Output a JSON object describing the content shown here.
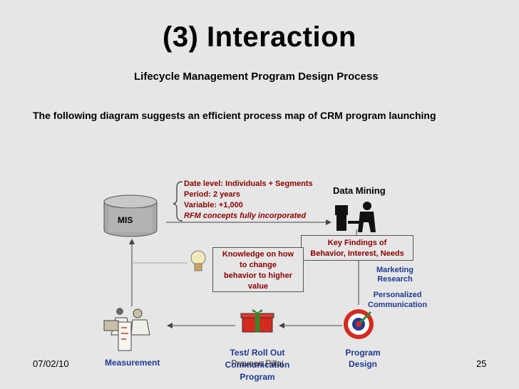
{
  "title": "(3) Interaction",
  "subtitle": "Lifecycle Management  Program Design Process",
  "intro": "The following diagram suggests an efficient process map of CRM program launching",
  "mis": {
    "label": "MIS"
  },
  "data_mining": {
    "label": "Data Mining",
    "info": [
      "Date level:  Individuals + Segments",
      "Period: 2 years",
      "Variable: +1,000",
      "RFM concepts fully incorporated"
    ]
  },
  "key_findings": [
    "Key Findings of",
    "Behavior, Interest, Needs"
  ],
  "knowledge": [
    "Knowledge on how",
    "to change",
    "behavior to higher",
    "value"
  ],
  "marketing_research": [
    "Marketing",
    "Research"
  ],
  "personalized_communication": [
    "Personalized",
    "Communication"
  ],
  "program_design": [
    "Program",
    "Design"
  ],
  "test_rollout": [
    "Test/ Roll Out",
    "Communication",
    "Program"
  ],
  "presenter": "Praveen Pillai",
  "measurement": "Measurement",
  "footer": {
    "date": "07/02/10",
    "page": "25"
  },
  "colors": {
    "background": "#e6e6e6",
    "dark_red": "#8b0000",
    "blue": "#1f3a93"
  }
}
